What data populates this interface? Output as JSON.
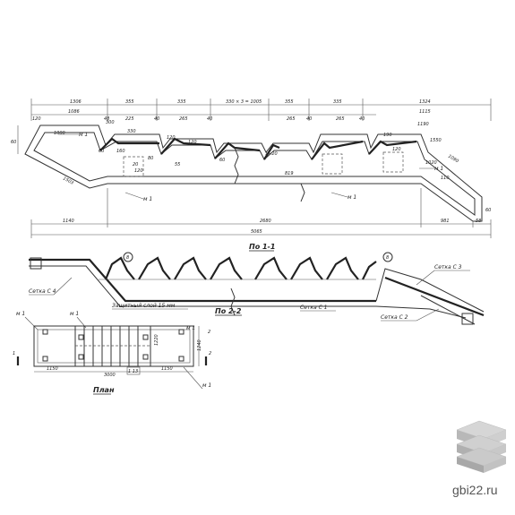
{
  "top_view": {
    "dims_top": [
      "1306",
      "355",
      "335",
      "330 × 3 = 1005",
      "355",
      "335",
      "1324"
    ],
    "dims_second": [
      "1086",
      "48",
      "225",
      "40",
      "265",
      "40",
      "265",
      "40",
      "265",
      "40",
      "1115"
    ],
    "dims_side": [
      "60",
      "120",
      "330",
      "120",
      "20",
      "120",
      "1550",
      "1020",
      "110",
      "120",
      "60"
    ],
    "dims_inner": [
      "300",
      "1000",
      "160",
      "120",
      "80",
      "1≈20",
      "190",
      "1190",
      "819",
      "60",
      "55",
      "60"
    ],
    "mark_label": "м 1",
    "dims_bottom": [
      "1140",
      "2680",
      "981",
      "58"
    ],
    "dims_total": "5065",
    "dim_left_diag": "1503",
    "dim_right_diag": "1090",
    "section_title": "По 1-1"
  },
  "section_view": {
    "callout_left": "8",
    "callout_right": "8",
    "label_c4": "Сетка С 4",
    "label_c3": "Сетка С 3",
    "label_cover": "Защитный слой 15 мм",
    "label_c1": "Сетка С 1",
    "label_c2": "Сетка С 2",
    "section_title": "По 2-2"
  },
  "plan_view": {
    "mark_m1_a": "м 1",
    "mark_m1_b": "м 1",
    "mark_m1_c": "м 1",
    "mark_m1_d": "м 1",
    "dim_1150a": "1150",
    "dim_3000": "3000",
    "dim_1150b": "1150",
    "dim_tag": "1 13",
    "dim_1220": "1220",
    "dim_1240": "1240",
    "dim_2": "2",
    "section_mark_1": "1",
    "section_mark_2": "2",
    "title": "План"
  },
  "watermark": {
    "site": "gbi22.ru"
  }
}
